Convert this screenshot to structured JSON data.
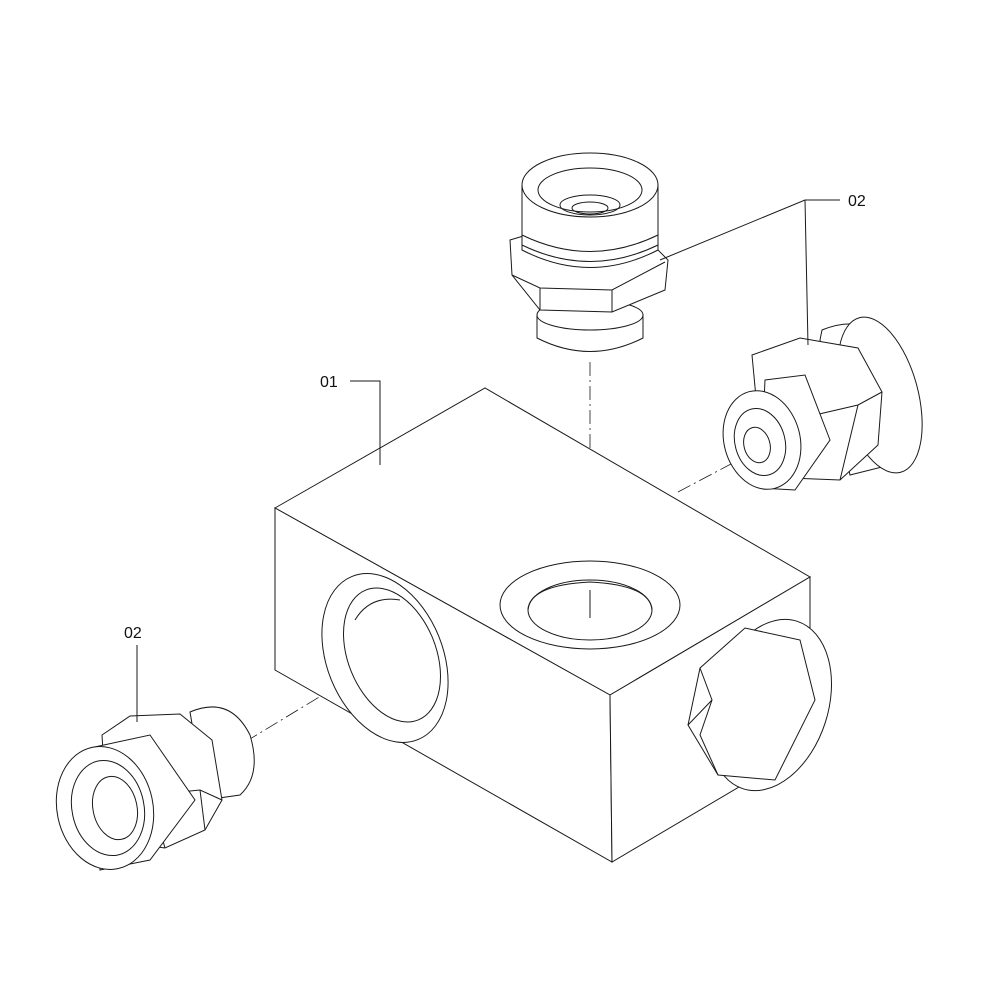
{
  "drawing": {
    "callouts": [
      {
        "id": "01",
        "label": "01",
        "part": "manifold-block"
      },
      {
        "id": "02-top",
        "label": "02",
        "part": "fittings-top-right"
      },
      {
        "id": "02-left",
        "label": "02",
        "part": "fitting-left"
      }
    ],
    "line_color": "#1a1a1a",
    "background": "#ffffff"
  }
}
